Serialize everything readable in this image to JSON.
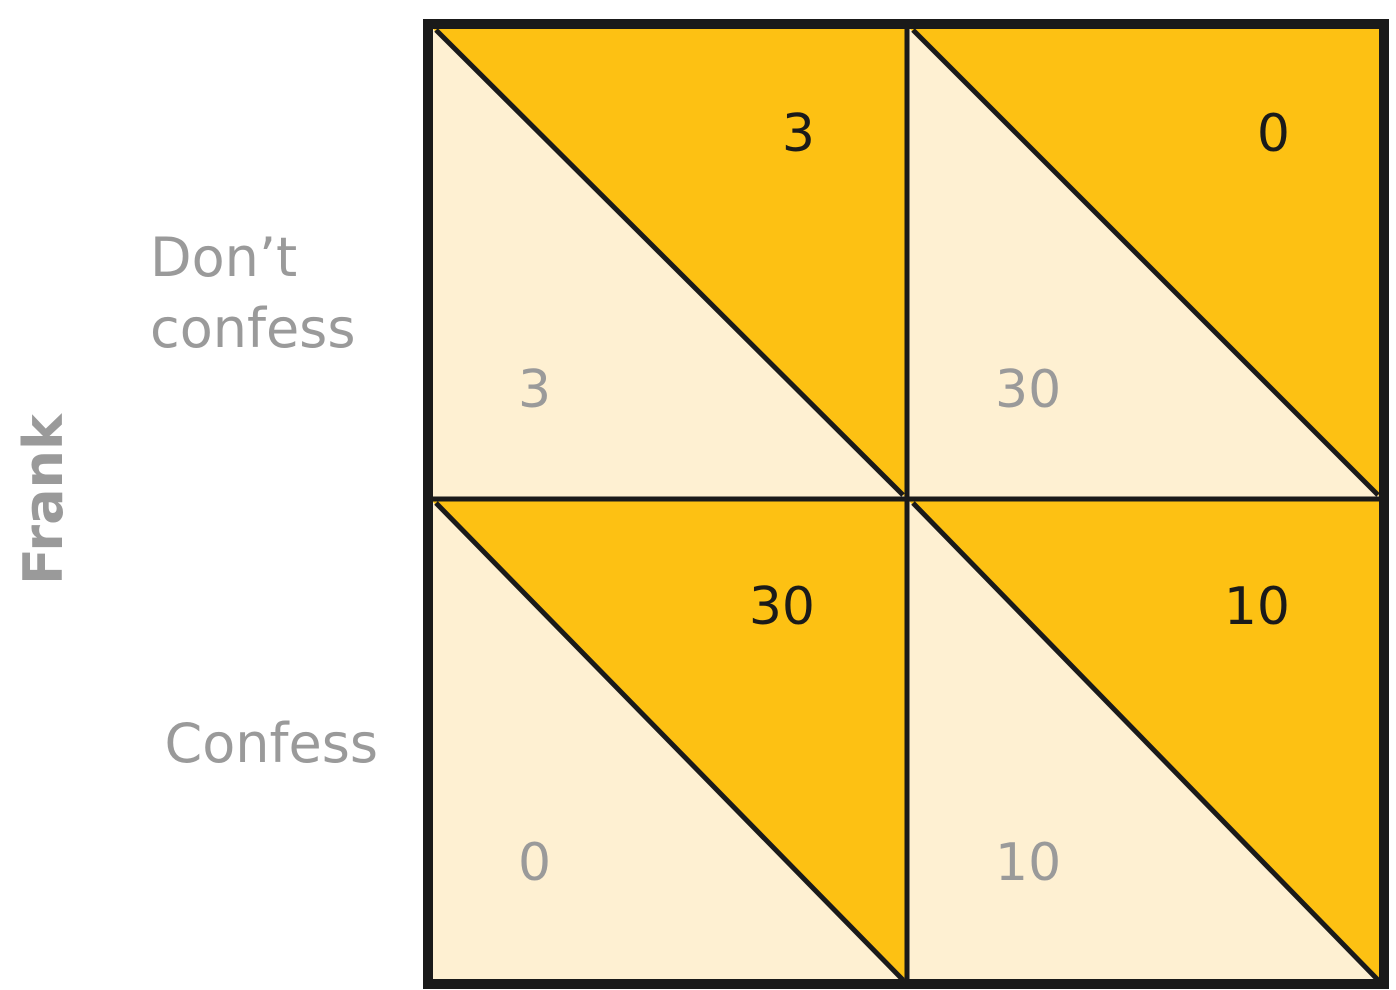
{
  "row_player": "Frank",
  "row_strategies": [
    "Don’t\nconfess",
    "Confess"
  ],
  "colors": {
    "dark_triangle": "#fdc113",
    "light_triangle": "#fef0d2",
    "border": "#1a1a1a",
    "label_gray": "#9a9a9a",
    "col_payoff_text": "#1a1a1a",
    "row_payoff_text": "#9a9a9a"
  },
  "cells": [
    {
      "row_strategy": "Don’t confess",
      "col_index": 0,
      "row_player_payoff": "3",
      "col_player_payoff": "3"
    },
    {
      "row_strategy": "Don’t confess",
      "col_index": 1,
      "row_player_payoff": "30",
      "col_player_payoff": "0"
    },
    {
      "row_strategy": "Confess",
      "col_index": 0,
      "row_player_payoff": "0",
      "col_player_payoff": "30"
    },
    {
      "row_strategy": "Confess",
      "col_index": 1,
      "row_player_payoff": "10",
      "col_player_payoff": "10"
    }
  ]
}
